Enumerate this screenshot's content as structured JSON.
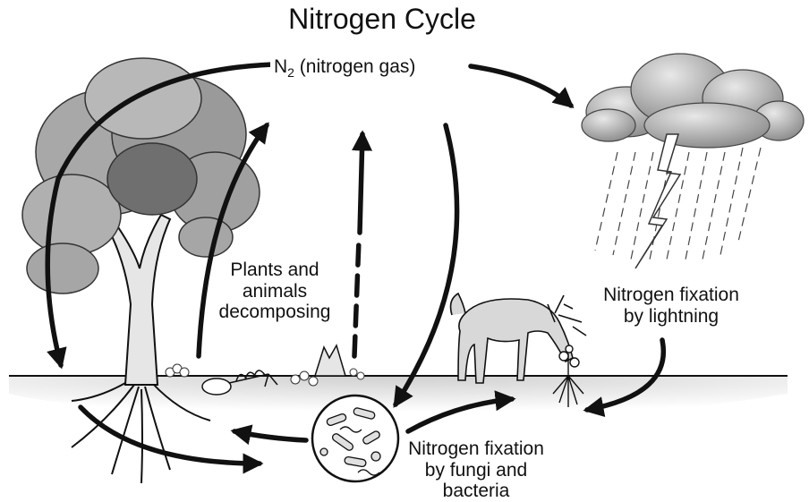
{
  "title": "Nitrogen Cycle",
  "nodes": {
    "atmosphere": {
      "label_main": "N",
      "label_sub": "2",
      "label_rest": " (nitrogen gas)"
    },
    "decomposing": {
      "lines": [
        "Plants and",
        "animals",
        "decomposing"
      ]
    },
    "lightning_fixation": {
      "lines": [
        "Nitrogen fixation",
        "by lightning"
      ]
    },
    "fungi_fixation": {
      "lines": [
        "Nitrogen fixation",
        "by fungi and",
        "bacteria"
      ]
    }
  },
  "colors": {
    "arrow": "#111111",
    "ground": "#d9d9d9",
    "cloud": "#b5b5b5",
    "foliage": "#9a9a9a",
    "foliage_dark": "#6f6f6f",
    "trunk": "#e6e6e6"
  },
  "icons": [
    "tree-illustration",
    "cloud-rain-illustration",
    "lightning-bolt-icon",
    "deer-illustration",
    "skeleton-illustration",
    "stump-illustration",
    "soil-microbes-illustration",
    "plant-sprout-illustration"
  ]
}
